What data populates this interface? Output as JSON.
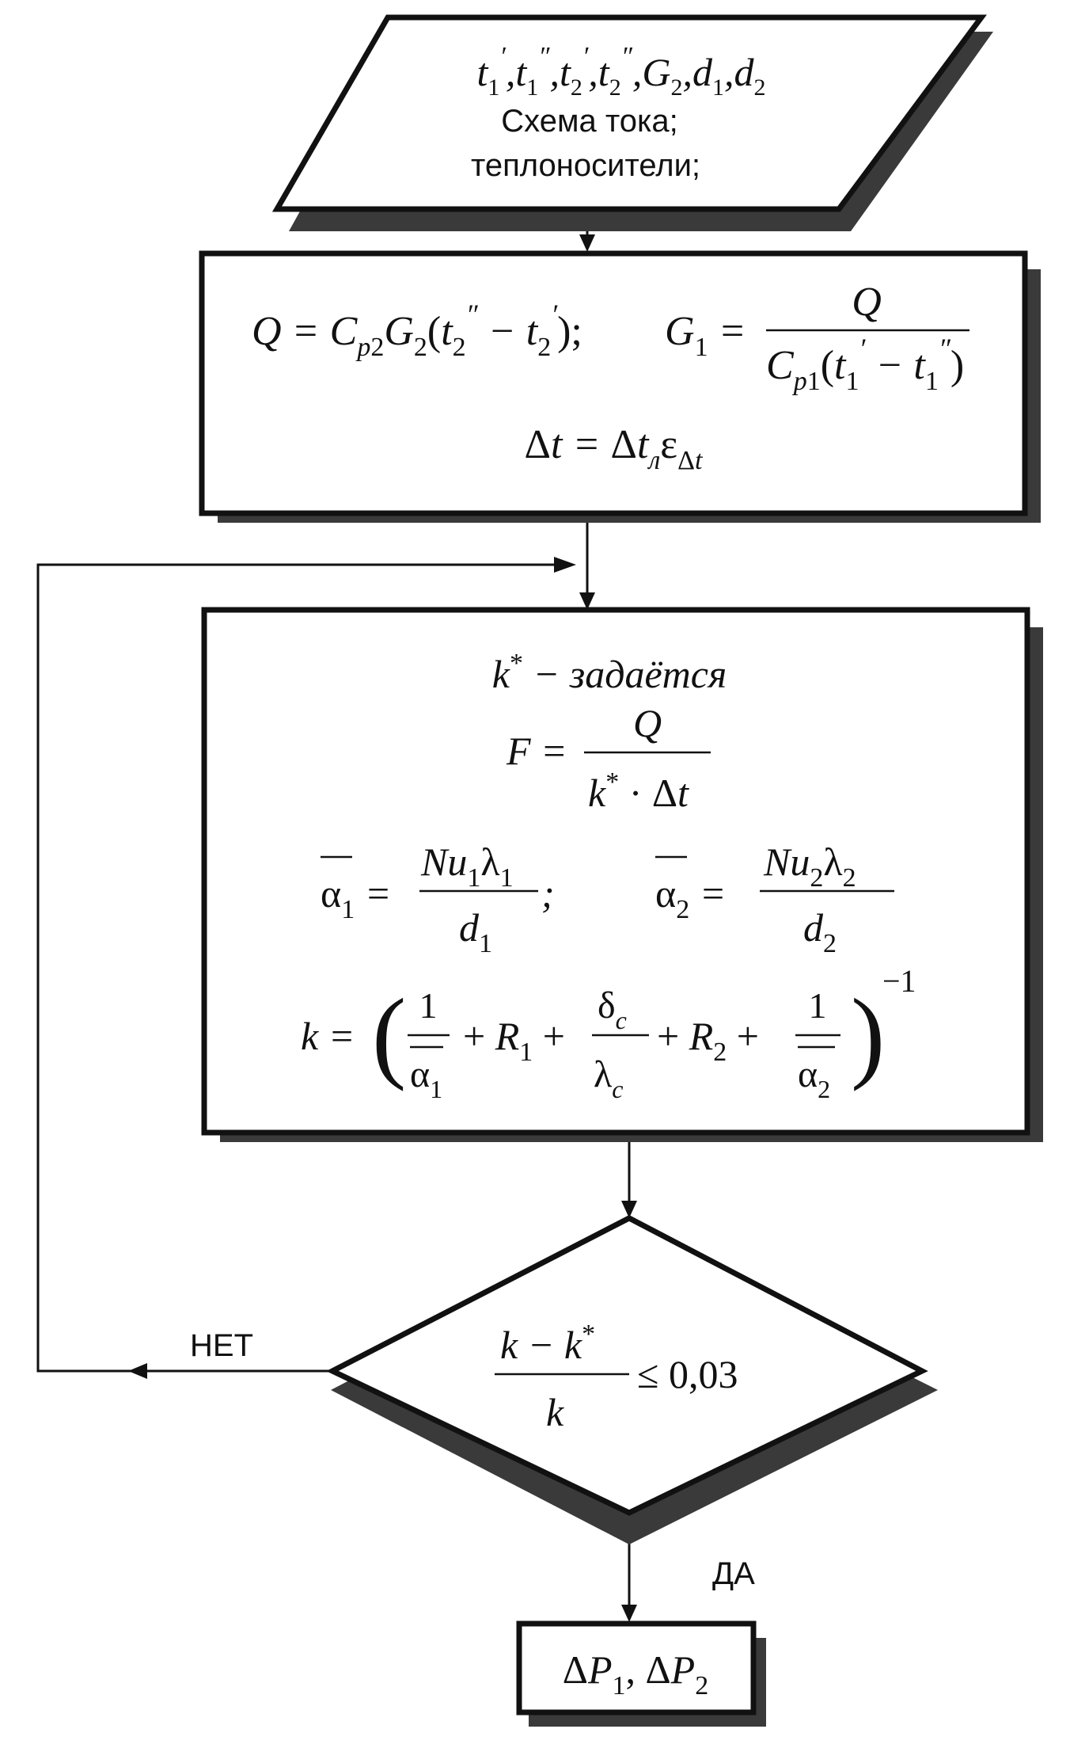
{
  "input": {
    "params": "t′₁, t″₁, t′₂, t″₂, G₂, d₁, d₂",
    "line2": "Схема тока;",
    "line3": "теплоносители;"
  },
  "calc1": {
    "eq_q": "Q = Cp2G2(t″₂ − t′₂);",
    "eq_g1": "G1 = Q / (Cp1(t′₁ − t″₁))",
    "eq_dt": "Δt = ΔtлεΔt"
  },
  "loop": {
    "k_star": "k* − задаётся",
    "eq_f": "F = Q / (k*·Δt)",
    "eq_alpha1": "ᾱ1 = Nu1λ1 / d1;",
    "eq_alpha2": "ᾱ2 = Nu2λ2 / d2",
    "eq_k": "k = (1/ᾱ1 + R1 + δc/λc + R2 + 1/ᾱ2)^−1"
  },
  "decision": {
    "condition": "(k − k*)/k ≤ 0,03",
    "no_label": "НЕТ",
    "yes_label": "ДА"
  },
  "output": {
    "text": "ΔP1, ΔP2"
  }
}
